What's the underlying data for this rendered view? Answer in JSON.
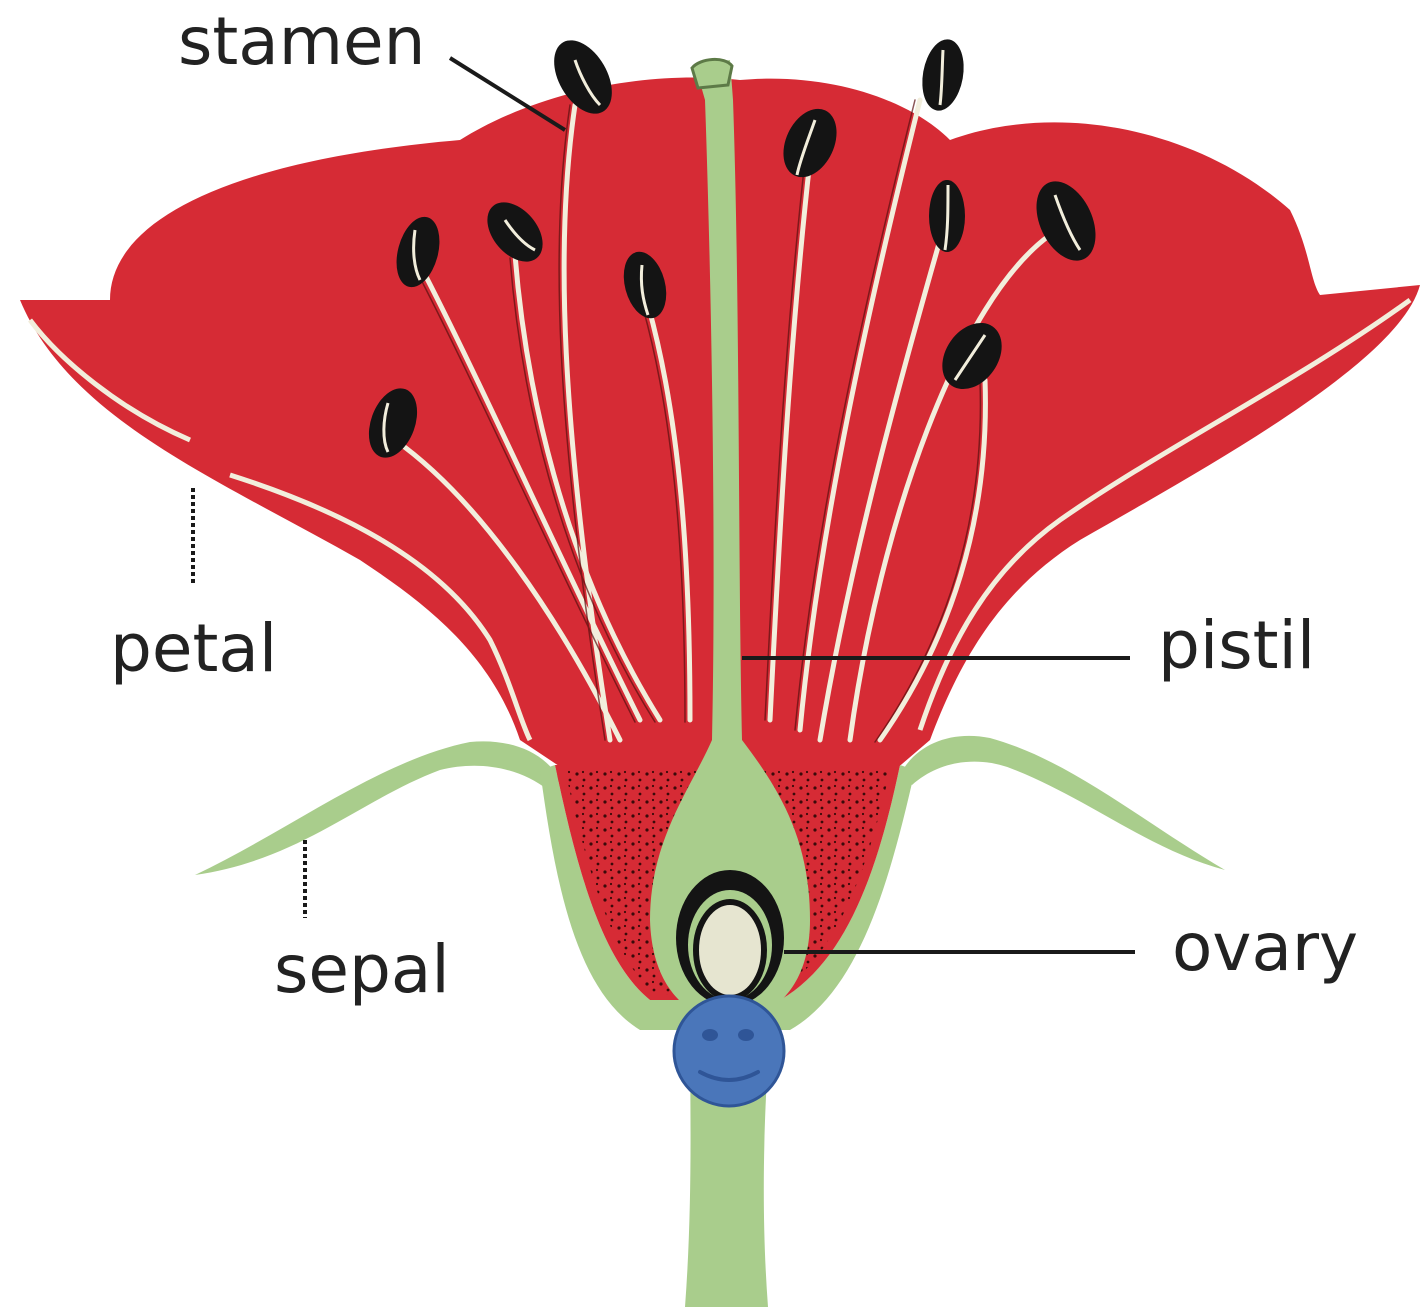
{
  "labels": {
    "stamen": "stamen",
    "pistil": "pistil",
    "petal": "petal",
    "sepal": "sepal",
    "ovary": "ovary"
  },
  "colors": {
    "petal": "#D62B35",
    "green": "#A9CD8C",
    "filament": "#F2EEDC",
    "anther": "#141414",
    "ovule": "#E6E5D0",
    "smiley": "#4A76BA",
    "smiley_stroke": "#2F5597",
    "label": "#222222"
  }
}
